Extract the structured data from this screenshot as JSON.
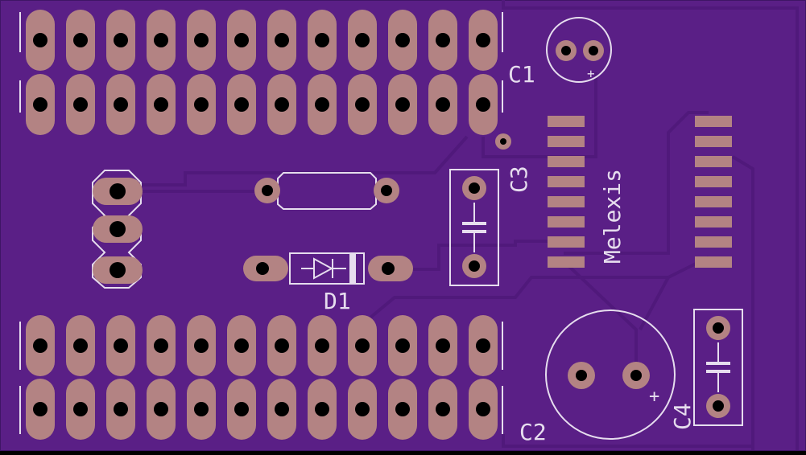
{
  "colors": {
    "board": "#5a1f86",
    "board_edge": "#3f1566",
    "trace": "#50197b",
    "pad": "#b38383",
    "hole": "#000000",
    "silk": "#e6ddee"
  },
  "labels": {
    "c1": "C1",
    "c2": "C2",
    "c3": "C3",
    "c4": "C4",
    "d1": "D1",
    "ic": "Melexis",
    "c1_plus": "+",
    "c2_plus": "+"
  },
  "headers": {
    "pin_columns": 12,
    "rows_per_block": 2,
    "blocks": [
      "top",
      "bottom"
    ]
  },
  "ic": {
    "pins_per_side": 8,
    "sides": [
      "left",
      "right"
    ]
  }
}
